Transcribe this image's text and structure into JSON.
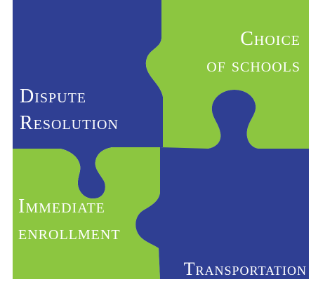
{
  "colors": {
    "blue": "#2f3f93",
    "green": "#8cc640",
    "background": "#ffffff"
  },
  "pieces": {
    "top_left": {
      "color": "blue",
      "lines": [
        "Dispute",
        "Resolution"
      ]
    },
    "top_right": {
      "color": "green",
      "lines": [
        "Choice",
        "of schools"
      ]
    },
    "bottom_left": {
      "color": "green",
      "lines": [
        "Immediate",
        "enrollment"
      ]
    },
    "bottom_right": {
      "color": "blue",
      "lines": [
        "Transportation"
      ]
    }
  }
}
